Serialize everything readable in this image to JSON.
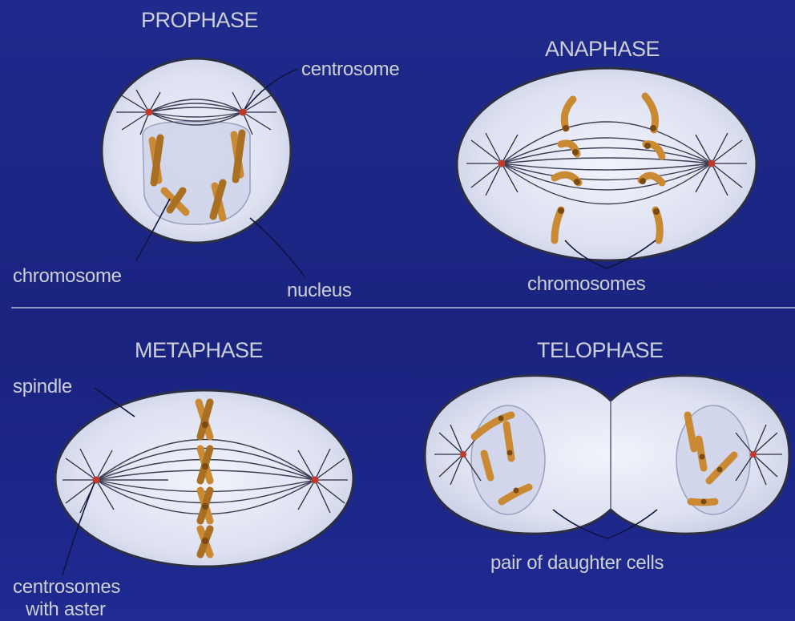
{
  "labels": {
    "prophase": "PROPHASE",
    "anaphase": "ANAPHASE",
    "metaphase": "METAPHASE",
    "telophase": "TELOPHASE",
    "centrosome": "centrosome",
    "chromosome": "chromosome",
    "nucleus": "nucleus",
    "chromosomes": "chromosomes",
    "spindle": "spindle",
    "centrosomes_line1": "centrosomes",
    "centrosomes_line2": "with aster",
    "daughter_cells": "pair of daughter cells"
  },
  "colors": {
    "background": "#1e2a8c",
    "cell_fill": "#dfe3f3",
    "chromosome": "#c98a33",
    "centrosome": "#c0392b",
    "divider": "#b8bcd8"
  }
}
